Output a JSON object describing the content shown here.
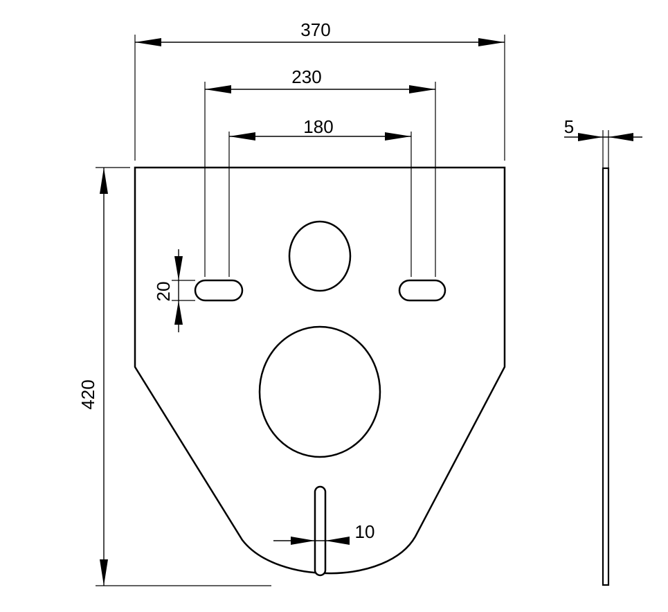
{
  "dimensions": {
    "overall_width": "370",
    "stud_spacing_outer": "230",
    "stud_spacing_inner": "180",
    "slot_height": "20",
    "overall_height": "420",
    "slot_width": "10",
    "thickness": "5"
  }
}
